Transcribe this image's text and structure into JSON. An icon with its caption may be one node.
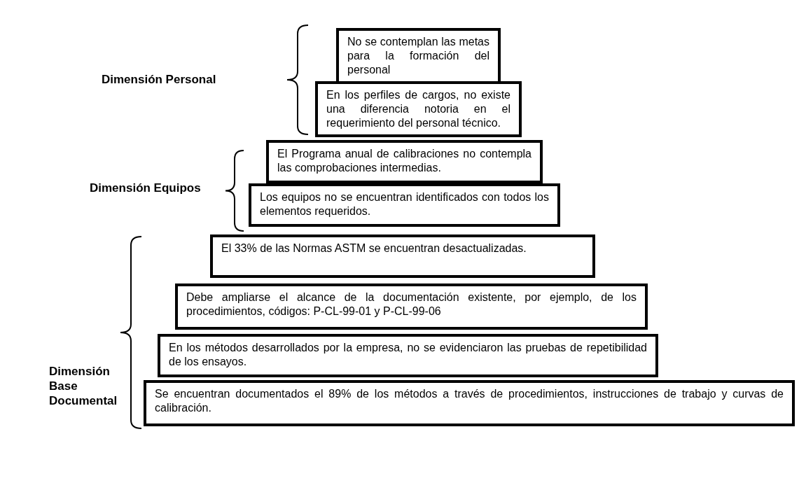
{
  "diagram": {
    "nodes": [
      {
        "text": [
          "No se contemplan las metas para la formación del personal"
        ]
      },
      {
        "text": [
          "En los perfiles de cargos, no existe una diferencia notoria en el requerimiento del personal técnico."
        ]
      },
      {
        "text": [
          "El Programa anual de calibraciones no contempla las comprobaciones intermedias."
        ]
      },
      {
        "text": [
          "Los equipos no se encuentran identificados con todos los elementos requeridos."
        ]
      },
      {
        "text": [
          "El 33% de las Normas ASTM se encuentran desactualizadas."
        ]
      },
      {
        "text": [
          "Debe ampliarse el alcance de la documentación existente, por ejemplo, de los procedimientos, códigos: P-CL-99-01 y P-CL-99-06"
        ]
      },
      {
        "text": [
          "En los métodos desarrollados por la empresa, no se evidenciaron las pruebas de repetibilidad de los ensayos."
        ]
      },
      {
        "text": [
          "Se encuentran documentados el 89% de los métodos a través de procedimientos, instrucciones de trabajo y curvas de calibración."
        ]
      }
    ],
    "labels": [
      "Dimensión Personal",
      "Dimensión Equipos",
      "Dimensión Base Documental"
    ]
  }
}
